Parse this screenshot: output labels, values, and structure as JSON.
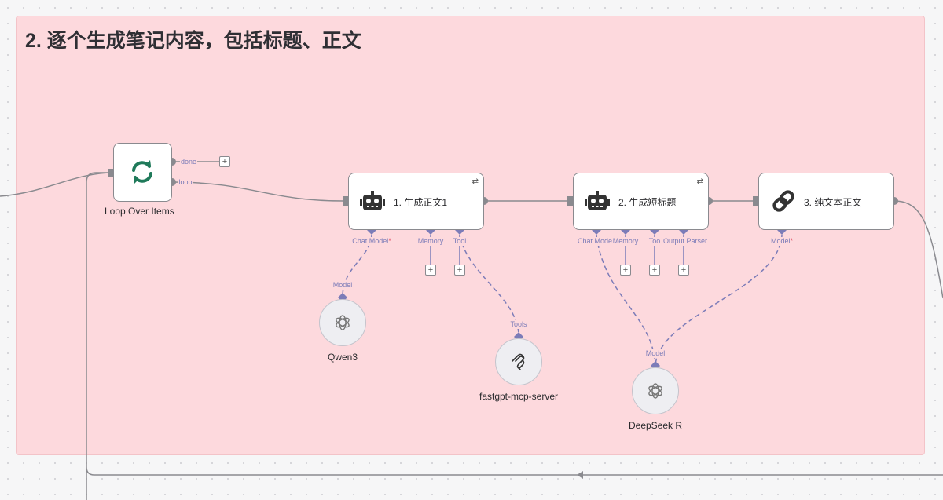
{
  "sticky": {
    "title": "2. 逐个生成笔记内容，包括标题、正文"
  },
  "loop_node": {
    "name": "Loop Over Items",
    "outputs": {
      "done": "done",
      "loop": "loop"
    },
    "icon": "refresh-icon",
    "accent": "#1f7a5a"
  },
  "agent1": {
    "title": "1. 生成正文1",
    "icon": "robot-icon",
    "inputs": {
      "chat_model": "Chat Model",
      "memory": "Memory",
      "tool": "Tool"
    }
  },
  "agent2": {
    "title": "2. 生成短标题",
    "icon": "robot-icon",
    "inputs": {
      "chat_model": "Chat Mode",
      "memory": "Memory",
      "tool": "Too",
      "parser": "Output Parser"
    }
  },
  "chain3": {
    "title": "3. 纯文本正文",
    "icon": "link-icon",
    "inputs": {
      "model": "Model"
    }
  },
  "sub_nodes": {
    "qwen": {
      "name": "Qwen3",
      "handle": "Model",
      "icon": "openai-icon"
    },
    "mcp": {
      "name": "fastgpt-mcp-server",
      "handle": "Tools",
      "icon": "mcp-icon"
    },
    "deepseek": {
      "name": "DeepSeek R",
      "handle": "Model",
      "icon": "openai-icon"
    }
  },
  "required_mark": "*",
  "colors": {
    "sticky": "#fdd9dd",
    "handle": "#7c7cb8",
    "wire": "#8a8a8f"
  }
}
